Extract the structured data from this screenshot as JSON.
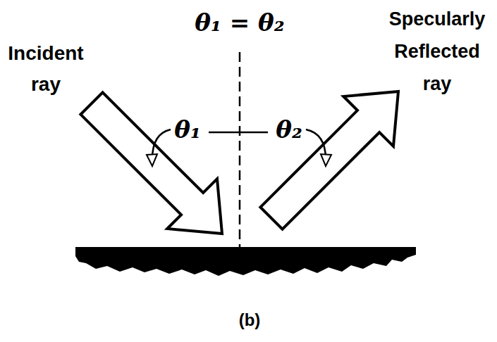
{
  "diagram": {
    "labels": [
      "θ₁ = θ₂",
      "Incident ray",
      "Specularly Reflected ray",
      "θ₁",
      "θ₂",
      "(b)"
    ]
  }
}
